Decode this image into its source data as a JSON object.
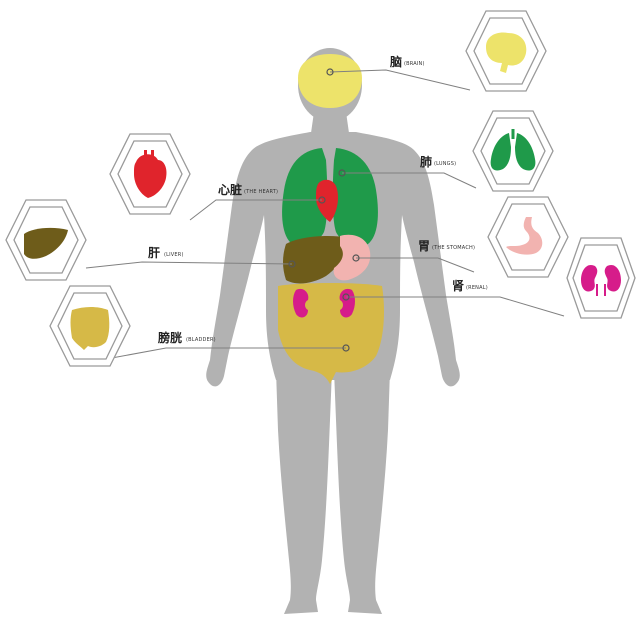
{
  "organs": {
    "brain": {
      "zh": "脑",
      "en": "(BRAIN)",
      "color": "#ede36a",
      "icon": "brain-icon"
    },
    "lungs": {
      "zh": "肺",
      "en": "(LUNGS)",
      "color": "#1f9a4a",
      "icon": "lungs-icon"
    },
    "heart": {
      "zh": "心脏",
      "en": "(THE HEART)",
      "color": "#e0242c",
      "icon": "heart-icon"
    },
    "liver": {
      "zh": "肝",
      "en": "(LIVER)",
      "color": "#6e5c1a",
      "icon": "liver-icon"
    },
    "stomach": {
      "zh": "胃",
      "en": "(THE STOMACH)",
      "color": "#f2b3b0",
      "icon": "stomach-icon"
    },
    "kidney": {
      "zh": "肾",
      "en": "(RENAL)",
      "color": "#d61c8a",
      "icon": "kidney-icon"
    },
    "bladder": {
      "zh": "膀胱",
      "en": "(BLADDER)",
      "color": "#d6b947",
      "icon": "intestine-icon"
    }
  },
  "colors": {
    "body": "#b2b2b2",
    "hex_border": "#9a9a9a",
    "leader_line": "#808080"
  }
}
